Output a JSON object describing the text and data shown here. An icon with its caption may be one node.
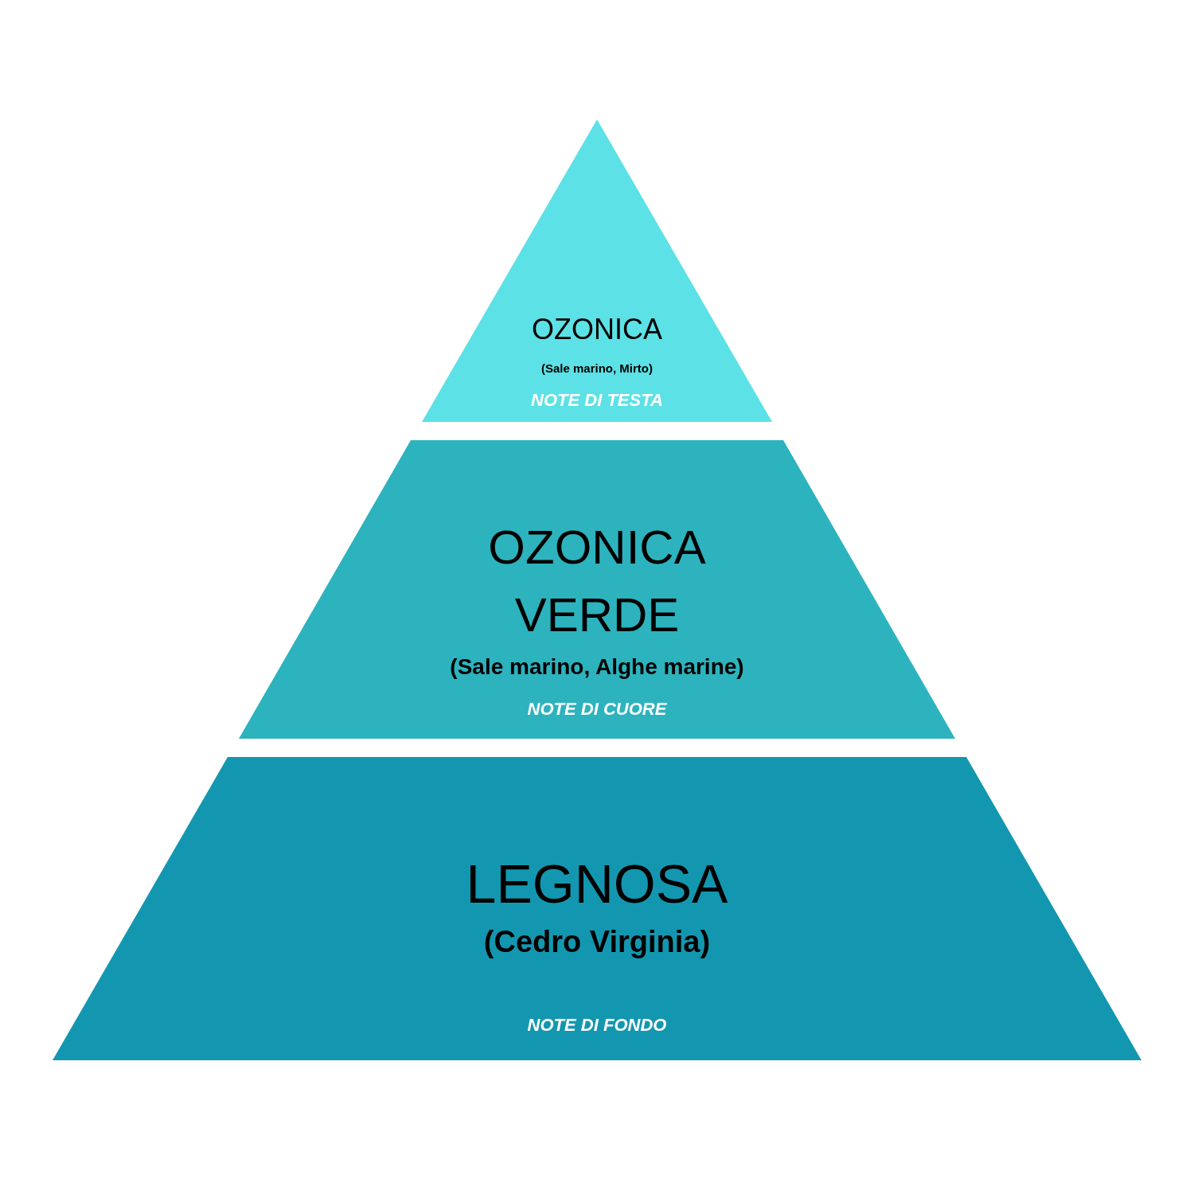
{
  "diagram": {
    "nodes": [
      {
        "text": [
          "OZONICA",
          "(Sale marino, Mirto)",
          "NOTE DI TESTA"
        ]
      },
      {
        "text": [
          "OZONICA VERDE",
          "(Sale marino, Alghe marine)",
          "NOTE DI CUORE"
        ]
      },
      {
        "text": [
          "LEGNOSA",
          "(Cedro Virginia)",
          "NOTE DI FONDO"
        ]
      }
    ]
  }
}
